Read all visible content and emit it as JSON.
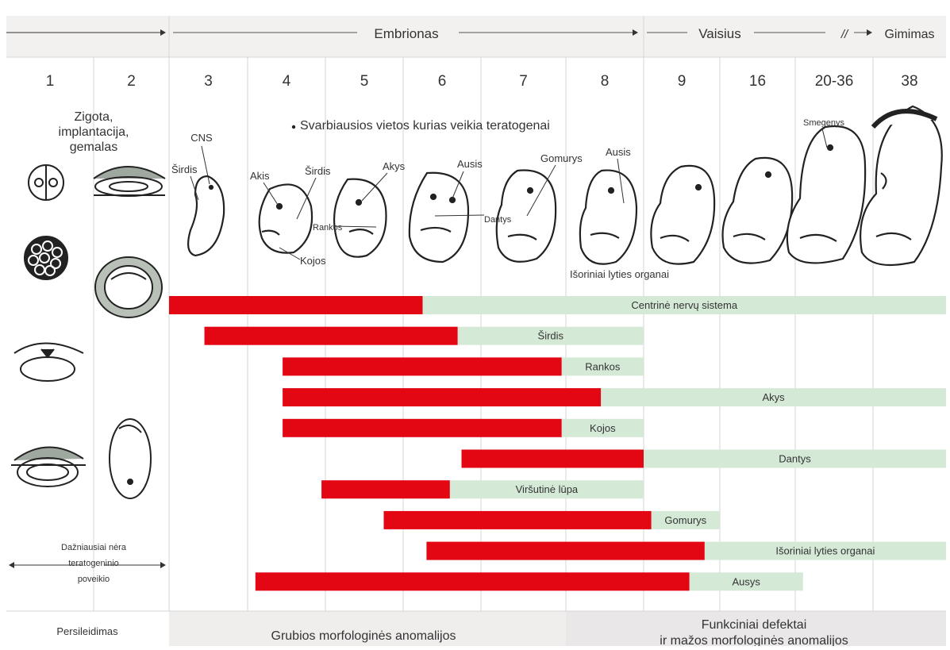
{
  "header": {
    "stage_embryo": "Embrionas",
    "stage_fetus": "Vaisius",
    "break_mark": "//",
    "stage_birth": "Gimimas"
  },
  "weeks": [
    "1",
    "2",
    "3",
    "4",
    "5",
    "6",
    "7",
    "8",
    "9",
    "16",
    "20-36",
    "38"
  ],
  "early_label": [
    "Zigota,",
    "implantacija,",
    "gemalas"
  ],
  "teratogen_sites_label": "Svarbiausios vietos kurias veikia teratogenai",
  "embryo_labels": {
    "cns": "CNS",
    "heart_w3": "Širdis",
    "eye_w4": "Akis",
    "heart_w4": "Širdis",
    "arms_w4": "Rankos",
    "legs_w4": "Kojos",
    "eyes_w5": "Akys",
    "ears_w6": "Ausis",
    "palate_w7": "Gomurys",
    "teeth_w7": "Dantys",
    "ears_w8": "Ausis",
    "genitals_w8": "Išoriniai lyties organai",
    "brain_w20": "Smegenys"
  },
  "no_effect_label": [
    "Dažniausiai nėra",
    "teratogeninio",
    "poveikio"
  ],
  "chart_data": {
    "type": "bar",
    "x_categories": [
      "1",
      "2",
      "3",
      "4",
      "5",
      "6",
      "7",
      "8",
      "9",
      "16",
      "20-36",
      "38"
    ],
    "series_colors": {
      "major_sensitivity": "#e30613",
      "minor_sensitivity": "#d5e9d7"
    },
    "bars": [
      {
        "label": "Centrinė nervų sistema",
        "major": [
          3.0,
          6.25
        ],
        "minor": [
          6.25,
          13.0
        ]
      },
      {
        "label": "Širdis",
        "major": [
          3.45,
          6.7
        ],
        "minor": [
          6.7,
          9.0
        ]
      },
      {
        "label": "Rankos",
        "major": [
          4.45,
          7.95
        ],
        "minor": [
          7.95,
          9.0
        ]
      },
      {
        "label": "Akys",
        "major": [
          4.45,
          8.45
        ],
        "minor": [
          8.45,
          13.0
        ]
      },
      {
        "label": "Kojos",
        "major": [
          4.45,
          7.95
        ],
        "minor": [
          7.95,
          9.0
        ]
      },
      {
        "label": "Dantys",
        "major": [
          6.75,
          9.0
        ],
        "minor": [
          9.0,
          13.0
        ]
      },
      {
        "label": "Viršutinė lūpa",
        "major": [
          4.95,
          6.6
        ],
        "minor": [
          6.6,
          9.0
        ]
      },
      {
        "label": "Gomurys",
        "major": [
          5.75,
          9.1
        ],
        "minor": [
          9.1,
          10.0
        ]
      },
      {
        "label": "Išoriniai lyties organai",
        "major": [
          6.3,
          9.8
        ],
        "minor": [
          9.8,
          13.0
        ]
      },
      {
        "label": "Ausys",
        "major": [
          4.1,
          9.6
        ],
        "minor": [
          9.6,
          11.1
        ]
      }
    ]
  },
  "footer": {
    "early": "Persileidimas",
    "major": "Grubios morfologinės anomalijos",
    "minor_line1": "Funkciniai defektai",
    "minor_line2": "ir mažos morfologinės anomalijos"
  }
}
